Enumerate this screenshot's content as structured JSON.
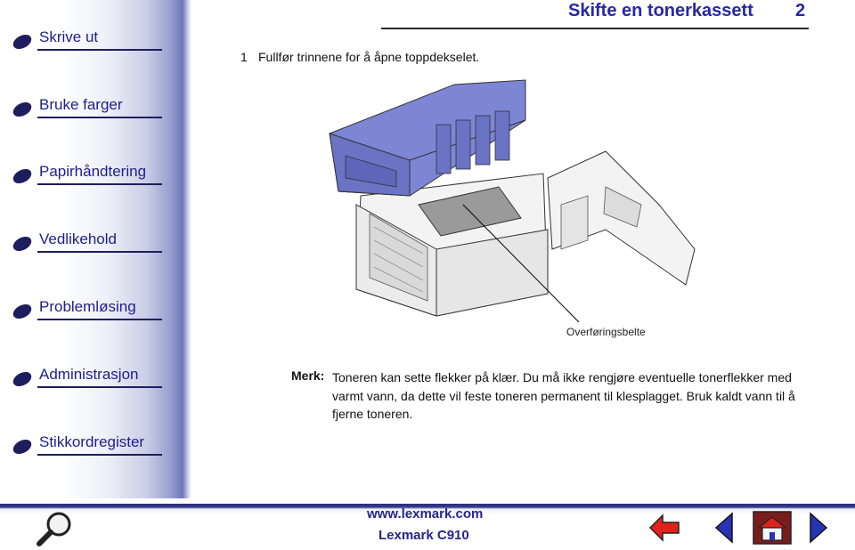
{
  "nav": {
    "items": [
      {
        "label": "Skrive ut"
      },
      {
        "label": "Bruke farger"
      },
      {
        "label": "Papirhåndtering"
      },
      {
        "label": "Vedlikehold"
      },
      {
        "label": "Problemløsing"
      },
      {
        "label": "Administrasjon"
      },
      {
        "label": "Stikkordregister"
      }
    ]
  },
  "header": {
    "title": "Skifte en tonerkassett",
    "page_number": "2"
  },
  "step": {
    "number": "1",
    "text": "Fullfør trinnene for å åpne toppdekselet."
  },
  "figure": {
    "caption": "Overføringsbelte"
  },
  "note": {
    "label": "Merk:",
    "text": "Toneren kan sette flekker på klær. Du må ikke rengjøre eventuelle tonerflekker med varmt vann, da dette vil feste toneren permanent til klesplagget. Bruk kaldt vann til å fjerne toneren."
  },
  "footer": {
    "url": "www.lexmark.com",
    "model": "Lexmark C910",
    "icons": [
      "search-icon",
      "back-arrow-icon",
      "previous-page-icon",
      "home-icon",
      "next-page-icon"
    ]
  },
  "colors": {
    "nav_text": "#1e1e8c",
    "title": "#2727a8",
    "accent_red": "#e0221b",
    "footer_bar": "#2b2d7a"
  }
}
